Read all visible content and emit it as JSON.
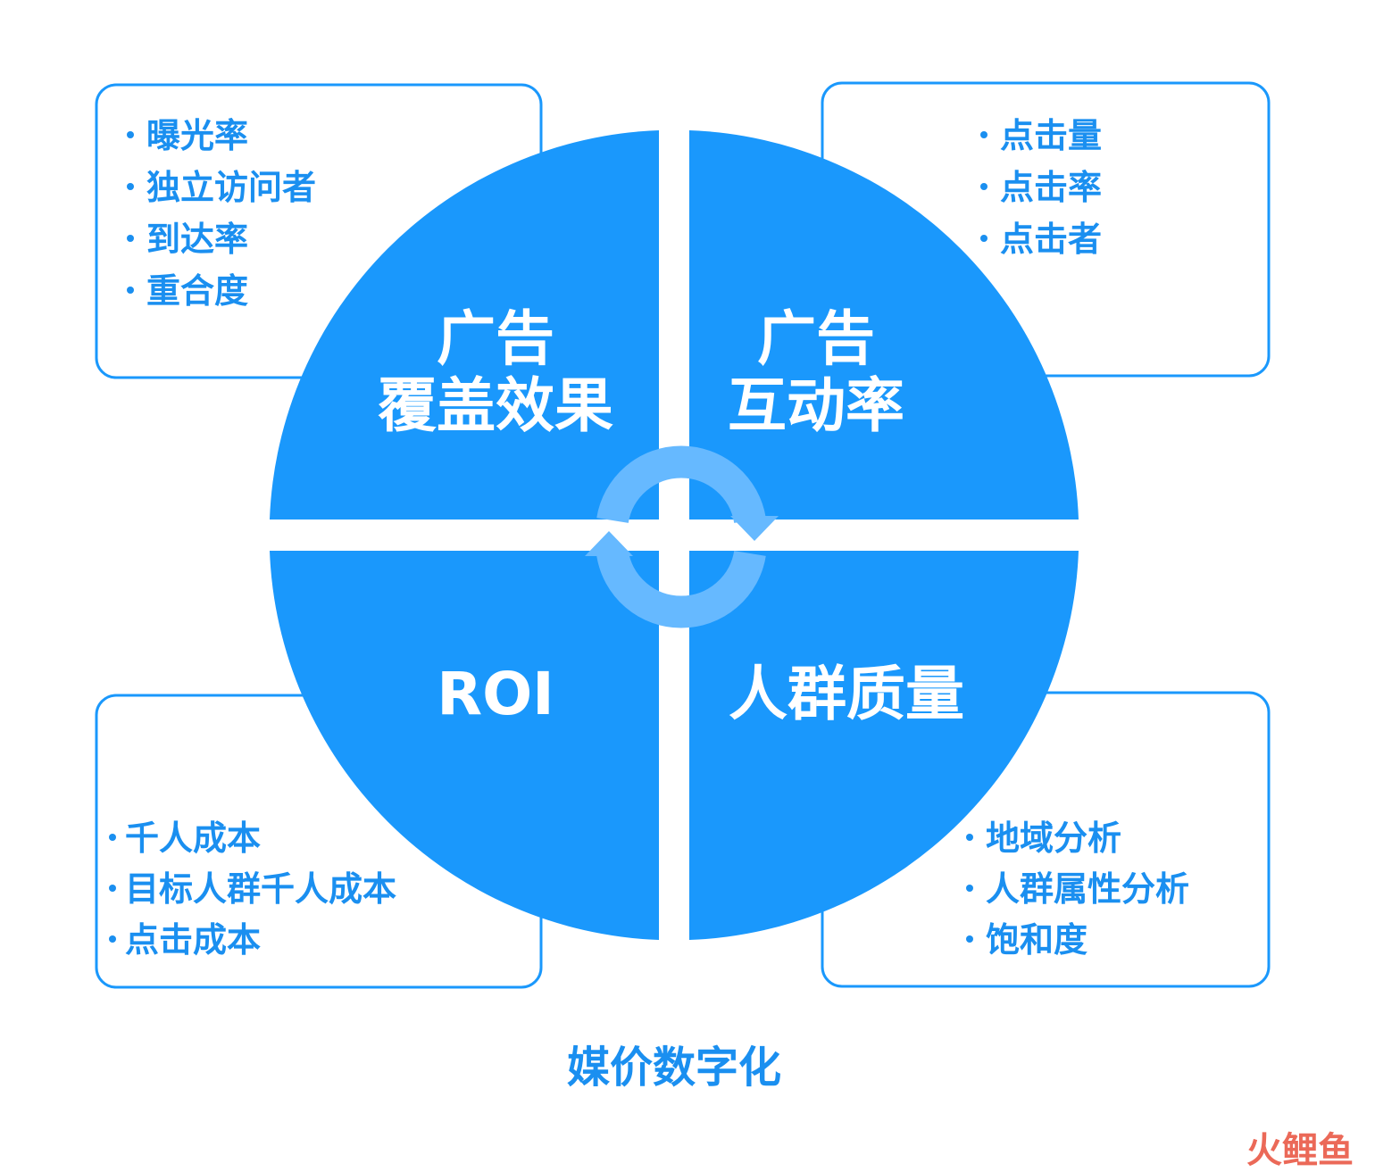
{
  "colors": {
    "accent": "#1a98fc",
    "ring": "#66b9ff",
    "box_border": "#1a98fc",
    "item_text": "#1a8ff0",
    "background": "#ffffff"
  },
  "quadrants": [
    {
      "id": "top-left",
      "lines": [
        "广告",
        "覆盖效果"
      ]
    },
    {
      "id": "top-right",
      "lines": [
        "广告",
        "互动率"
      ]
    },
    {
      "id": "bottom-left",
      "lines": [
        "ROI"
      ]
    },
    {
      "id": "bottom-right",
      "lines": [
        "人群质量"
      ]
    }
  ],
  "boxes": [
    {
      "id": "top-left",
      "items": [
        "曝光率",
        "独立访问者",
        "到达率",
        "重合度"
      ]
    },
    {
      "id": "top-right",
      "items": [
        "点击量",
        "点击率",
        "点击者"
      ]
    },
    {
      "id": "bottom-left",
      "items": [
        "千人成本",
        "目标人群千人成本",
        "点击成本"
      ]
    },
    {
      "id": "bottom-right",
      "items": [
        "地域分析",
        "人群属性分析",
        "饱和度"
      ]
    }
  ],
  "cycle_icon": "circular-arrows-icon",
  "caption": "媒价数字化",
  "watermark": "火鲤鱼"
}
